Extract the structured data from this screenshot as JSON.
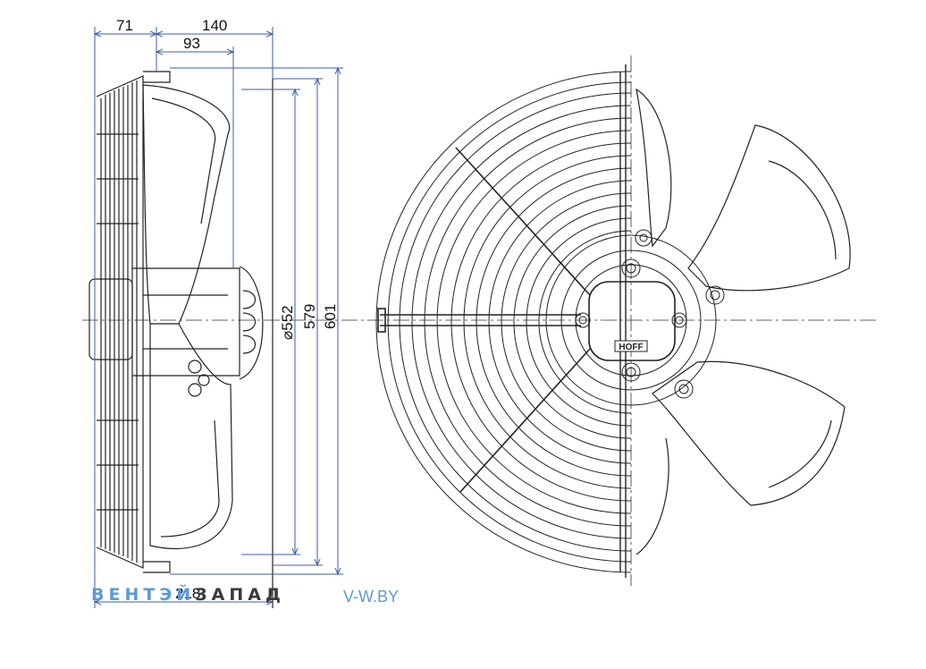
{
  "dimensions": {
    "d71": "71",
    "d140": "140",
    "d93": "93",
    "d218": "218",
    "d552": "⌀552",
    "d579": "579",
    "d601": "601"
  },
  "label": {
    "hub": "HOFF"
  },
  "watermark": {
    "brand_part1": "ВЕНТЭЙ",
    "brand_part2": "ЗАПАД",
    "site": "V-W.BY"
  },
  "colors": {
    "dimension_line": "#3b5ea8",
    "drawing_line": "#222222",
    "brand_blue": "#5b9bd5"
  }
}
